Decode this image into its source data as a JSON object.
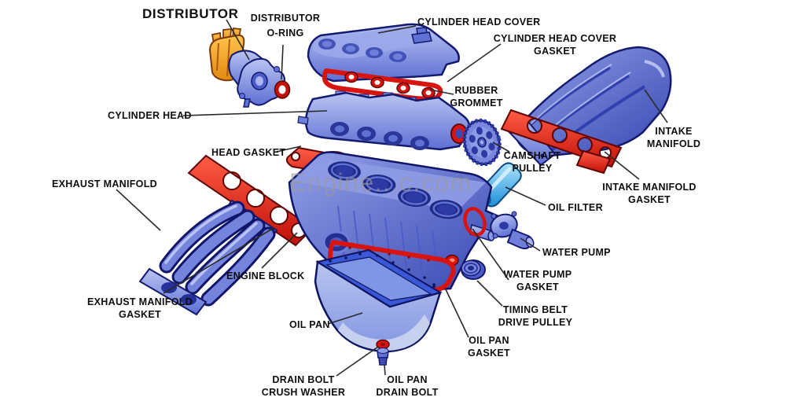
{
  "diagram": {
    "type": "exploded-view engine parts diagram",
    "background": "#ffffff",
    "watermark": "Engine...c.com",
    "palette": {
      "part_blue": "#7484dc",
      "part_blue_dark": "#3747b2",
      "outline_blue": "#141a6e",
      "gasket_red": "#d81410",
      "gasket_red_dark": "#5e0503",
      "distributor_orange": "#f4a81c",
      "oil_filter_cyan": "#35aae8",
      "oil_pan_rim_blue": "#3a57d8",
      "label_text": "#0e0e0e",
      "leader_line": "#2a2a2a",
      "watermark_gray": "#b0b0b0"
    },
    "labels": {
      "distributor": {
        "lines": [
          "DISTRIBUTOR"
        ]
      },
      "distributor_o_ring": {
        "lines": [
          "DISTRIBUTOR",
          "O-RING"
        ]
      },
      "cylinder_head_cover": {
        "lines": [
          "CYLINDER HEAD COVER"
        ]
      },
      "cylinder_head_cover_gasket": {
        "lines": [
          "CYLINDER HEAD COVER",
          "GASKET"
        ]
      },
      "rubber_grommet": {
        "lines": [
          "RUBBER",
          "GROMMET"
        ]
      },
      "cylinder_head": {
        "lines": [
          "CYLINDER HEAD"
        ]
      },
      "head_gasket": {
        "lines": [
          "HEAD GASKET"
        ]
      },
      "intake_manifold": {
        "lines": [
          "INTAKE",
          "MANIFOLD"
        ]
      },
      "camshaft_pulley": {
        "lines": [
          "CAMSHAFT",
          "PULLEY"
        ]
      },
      "intake_manifold_gasket": {
        "lines": [
          "INTAKE MANIFOLD",
          "GASKET"
        ]
      },
      "exhaust_manifold": {
        "lines": [
          "EXHAUST MANIFOLD"
        ]
      },
      "oil_filter": {
        "lines": [
          "OIL FILTER"
        ]
      },
      "water_pump": {
        "lines": [
          "WATER PUMP"
        ]
      },
      "engine_block": {
        "lines": [
          "ENGINE BLOCK"
        ]
      },
      "water_pump_gasket": {
        "lines": [
          "WATER PUMP",
          "GASKET"
        ]
      },
      "exhaust_manifold_gasket": {
        "lines": [
          "EXHAUST MANIFOLD",
          "GASKET"
        ]
      },
      "timing_belt_drive_pulley": {
        "lines": [
          "TIMING BELT",
          "DRIVE PULLEY"
        ]
      },
      "oil_pan": {
        "lines": [
          "OIL PAN"
        ]
      },
      "oil_pan_gasket": {
        "lines": [
          "OIL PAN",
          "GASKET"
        ]
      },
      "drain_bolt_crush_washer": {
        "lines": [
          "DRAIN BOLT",
          "CRUSH WASHER"
        ]
      },
      "oil_pan_drain_bolt": {
        "lines": [
          "OIL PAN",
          "DRAIN BOLT"
        ]
      }
    }
  }
}
